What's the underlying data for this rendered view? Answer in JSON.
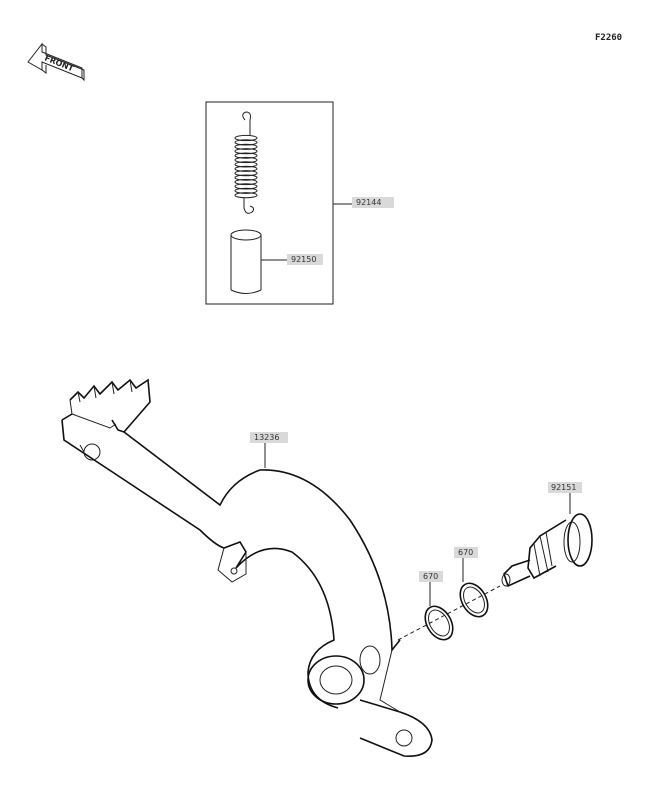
{
  "diagram_code": "F2260",
  "front_label": "FRONT",
  "parts": [
    {
      "id": "spring",
      "number": "92144"
    },
    {
      "id": "collar",
      "number": "92150"
    },
    {
      "id": "pedal",
      "number": "13236"
    },
    {
      "id": "shaft",
      "number": "92151"
    },
    {
      "id": "oring-right",
      "number": "670"
    },
    {
      "id": "oring-left",
      "number": "670"
    }
  ]
}
